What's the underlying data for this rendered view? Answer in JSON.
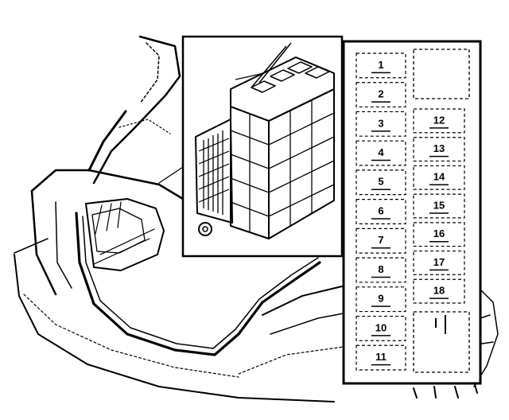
{
  "diagram": {
    "colors": {
      "ink": "#000000",
      "paper": "#ffffff"
    },
    "left_column_fuses": [
      "1",
      "2",
      "3",
      "4",
      "5",
      "6",
      "7",
      "8",
      "9",
      "10",
      "11"
    ],
    "right_column_fuses": [
      "12",
      "13",
      "14",
      "15",
      "16",
      "17",
      "18"
    ]
  }
}
